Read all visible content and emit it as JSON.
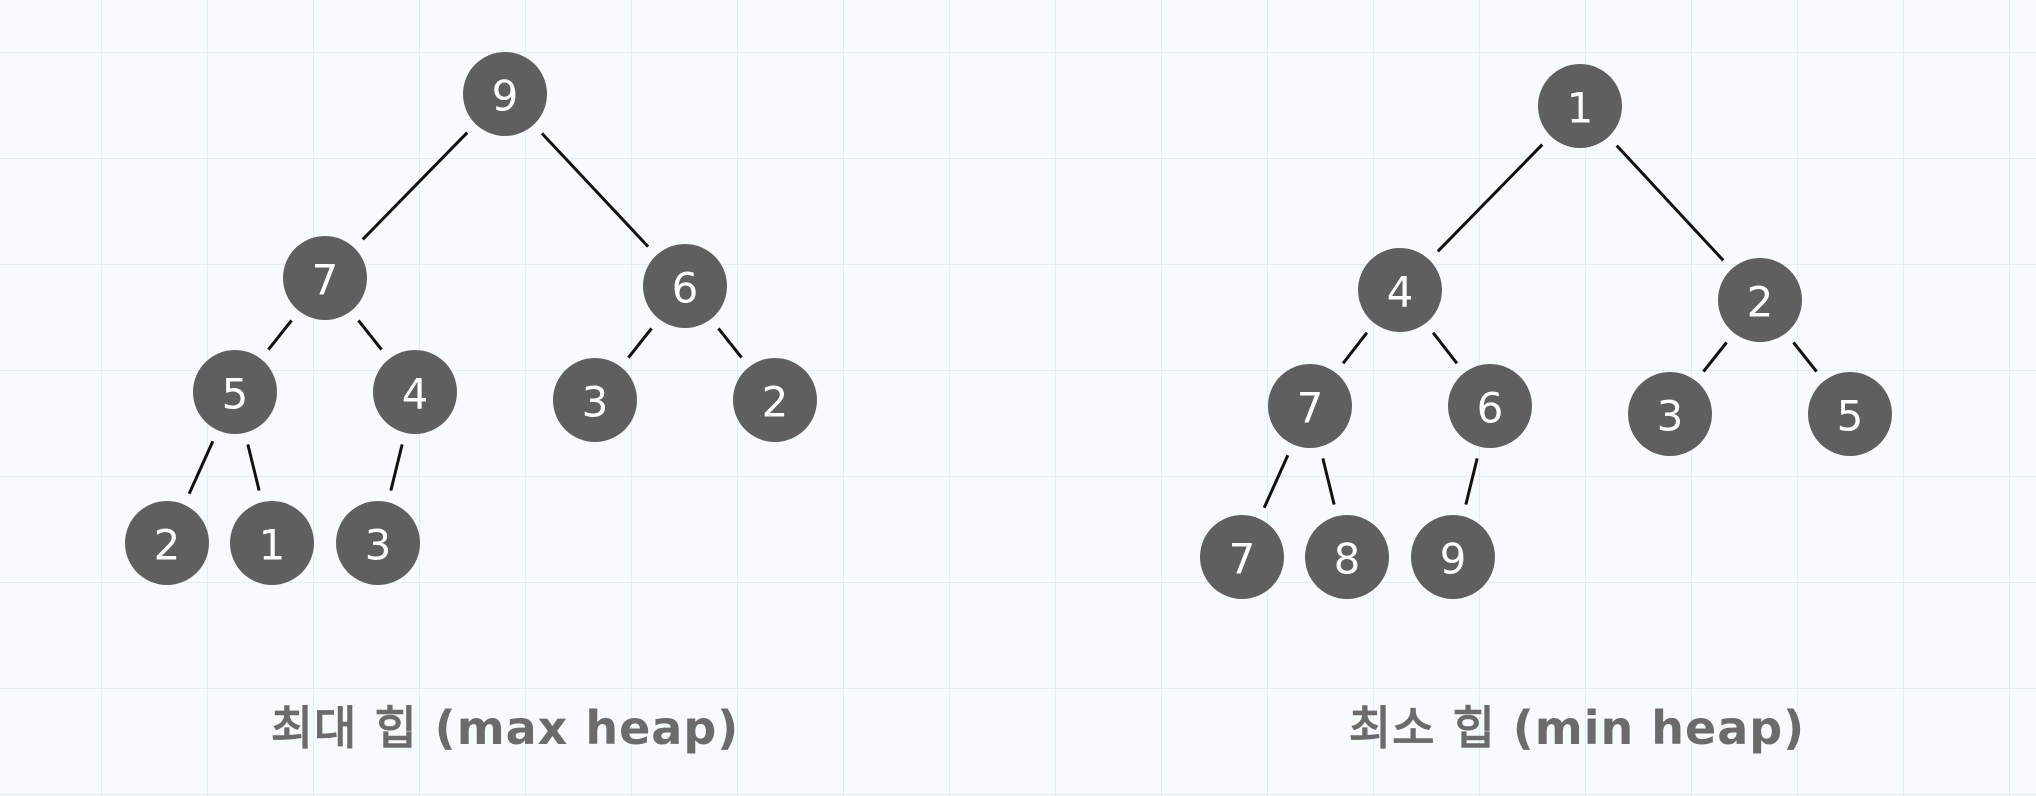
{
  "max_heap": {
    "caption": "최대 힙 (max heap)",
    "nodes": [
      {
        "id": "m0",
        "label": "9"
      },
      {
        "id": "m1",
        "label": "7"
      },
      {
        "id": "m2",
        "label": "6"
      },
      {
        "id": "m3",
        "label": "5"
      },
      {
        "id": "m4",
        "label": "4"
      },
      {
        "id": "m5",
        "label": "3"
      },
      {
        "id": "m6",
        "label": "2"
      },
      {
        "id": "m7",
        "label": "2"
      },
      {
        "id": "m8",
        "label": "1"
      },
      {
        "id": "m9",
        "label": "3"
      }
    ],
    "edges": [
      [
        "m0",
        "m1"
      ],
      [
        "m0",
        "m2"
      ],
      [
        "m1",
        "m3"
      ],
      [
        "m1",
        "m4"
      ],
      [
        "m2",
        "m5"
      ],
      [
        "m2",
        "m6"
      ],
      [
        "m3",
        "m7"
      ],
      [
        "m3",
        "m8"
      ],
      [
        "m4",
        "m9"
      ]
    ]
  },
  "min_heap": {
    "caption": "최소 힙 (min heap)",
    "nodes": [
      {
        "id": "n0",
        "label": "1"
      },
      {
        "id": "n1",
        "label": "4"
      },
      {
        "id": "n2",
        "label": "2"
      },
      {
        "id": "n3",
        "label": "7"
      },
      {
        "id": "n4",
        "label": "6"
      },
      {
        "id": "n5",
        "label": "3"
      },
      {
        "id": "n6",
        "label": "5"
      },
      {
        "id": "n7",
        "label": "7"
      },
      {
        "id": "n8",
        "label": "8"
      },
      {
        "id": "n9",
        "label": "9"
      }
    ],
    "edges": [
      [
        "n0",
        "n1"
      ],
      [
        "n0",
        "n2"
      ],
      [
        "n1",
        "n3"
      ],
      [
        "n1",
        "n4"
      ],
      [
        "n2",
        "n5"
      ],
      [
        "n2",
        "n6"
      ],
      [
        "n3",
        "n7"
      ],
      [
        "n3",
        "n8"
      ],
      [
        "n4",
        "n9"
      ]
    ]
  }
}
